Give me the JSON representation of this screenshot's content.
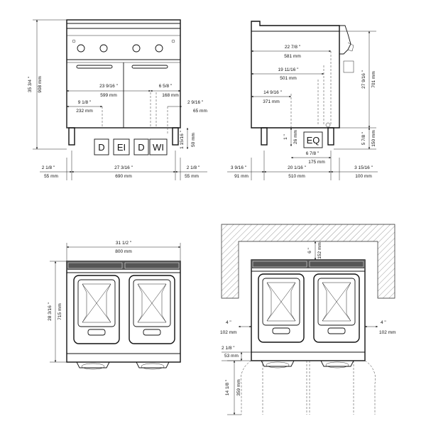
{
  "front_view": {
    "height_in": "35 3/4 \"",
    "height_mm": "908 mm",
    "d_23": "23 9/16 \"",
    "d_23_mm": "599 mm",
    "d_65": "6 5/8 \"",
    "d_65_mm": "168 mm",
    "d_9": "9 1/8 \"",
    "d_9_mm": "232 mm",
    "d_29": "2 9/16 \"",
    "d_29_mm": "65 mm",
    "d_115": "1 15/16 \"",
    "d_115_mm": "50 mm",
    "left_in": "2 1/8 \"",
    "left_mm": "55 mm",
    "width_in": "27 3/16 \"",
    "width_mm": "690 mm",
    "right_in": "2 1/8 \"",
    "right_mm": "55 mm",
    "labels": [
      "D",
      "EI",
      "D",
      "WI"
    ]
  },
  "side_view": {
    "d_22": "22 7/8 \"",
    "d_22_mm": "581 mm",
    "d_19": "19 11/16 \"",
    "d_19_mm": "501 mm",
    "d_14": "14 9/16 \"",
    "d_14_mm": "371 mm",
    "height_in": "27 9/16 \"",
    "height_mm": "701 mm",
    "d_1": "1 \"",
    "d_1_mm": "26 mm",
    "eq_label": "EQ",
    "d_578": "5 7/8 \"",
    "d_578_mm": "150 mm",
    "d_678": "6 7/8 \"",
    "d_678_mm": "175 mm",
    "left_in": "3 9/16 \"",
    "left_mm": "91 mm",
    "mid_in": "20 1/16 \"",
    "mid_mm": "510 mm",
    "right_in": "3 15/16 \"",
    "right_mm": "100 mm"
  },
  "top_view": {
    "width_in": "31 1/2 \"",
    "width_mm": "800 mm",
    "depth_in": "28 3/16 \"",
    "depth_mm": "715 mm"
  },
  "installation_view": {
    "top_in": "6 \"",
    "top_mm": "152 mm",
    "left_in": "4 \"",
    "left_mm": "102 mm",
    "right_in": "4 \"",
    "right_mm": "102 mm",
    "d_218": "2 1/8 \"",
    "d_218_mm": "53 mm",
    "d_1418": "14 1/8 \"",
    "d_1418_mm": "359 mm"
  }
}
